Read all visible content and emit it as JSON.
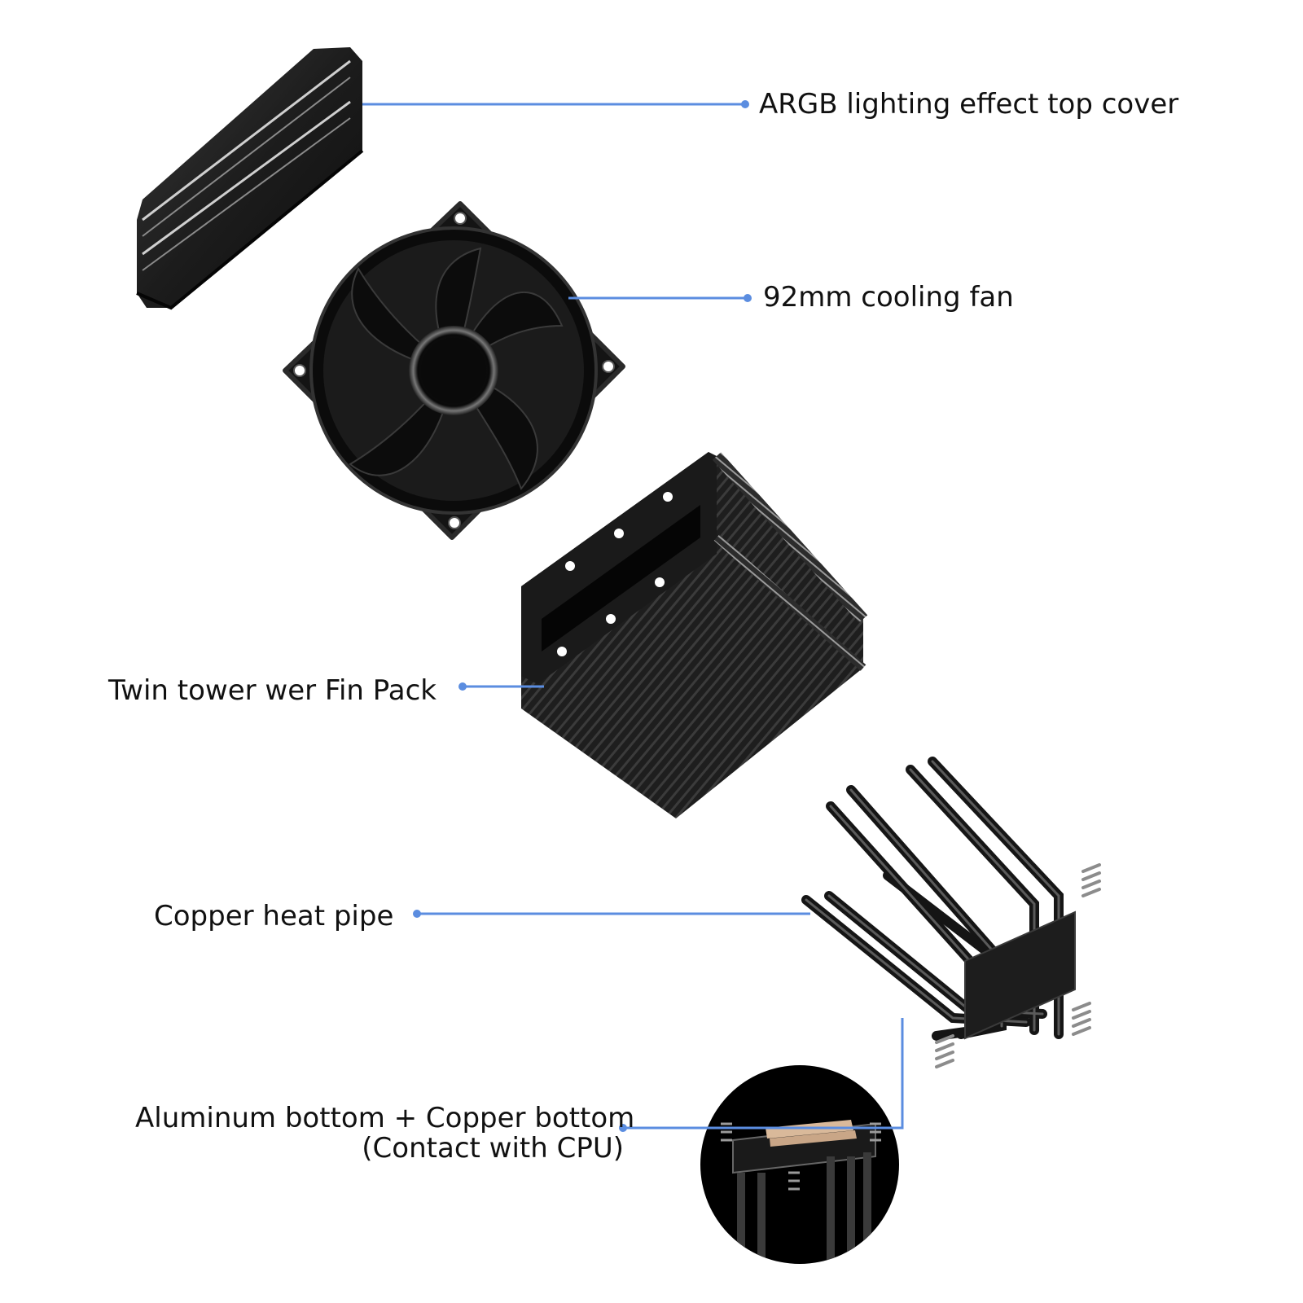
{
  "diagram": {
    "accent_color": "#5b8de0",
    "parts": [
      {
        "id": "top-cover",
        "label": "ARGB lighting effect top cover"
      },
      {
        "id": "fan",
        "label": "92mm cooling fan"
      },
      {
        "id": "fin-pack",
        "label": "Twin tower wer Fin Pack"
      },
      {
        "id": "heat-pipe",
        "label": "Copper heat pipe"
      },
      {
        "id": "base",
        "label_line1": "Aluminum bottom + Copper bottom",
        "label_line2": "(Contact with CPU)"
      }
    ]
  }
}
